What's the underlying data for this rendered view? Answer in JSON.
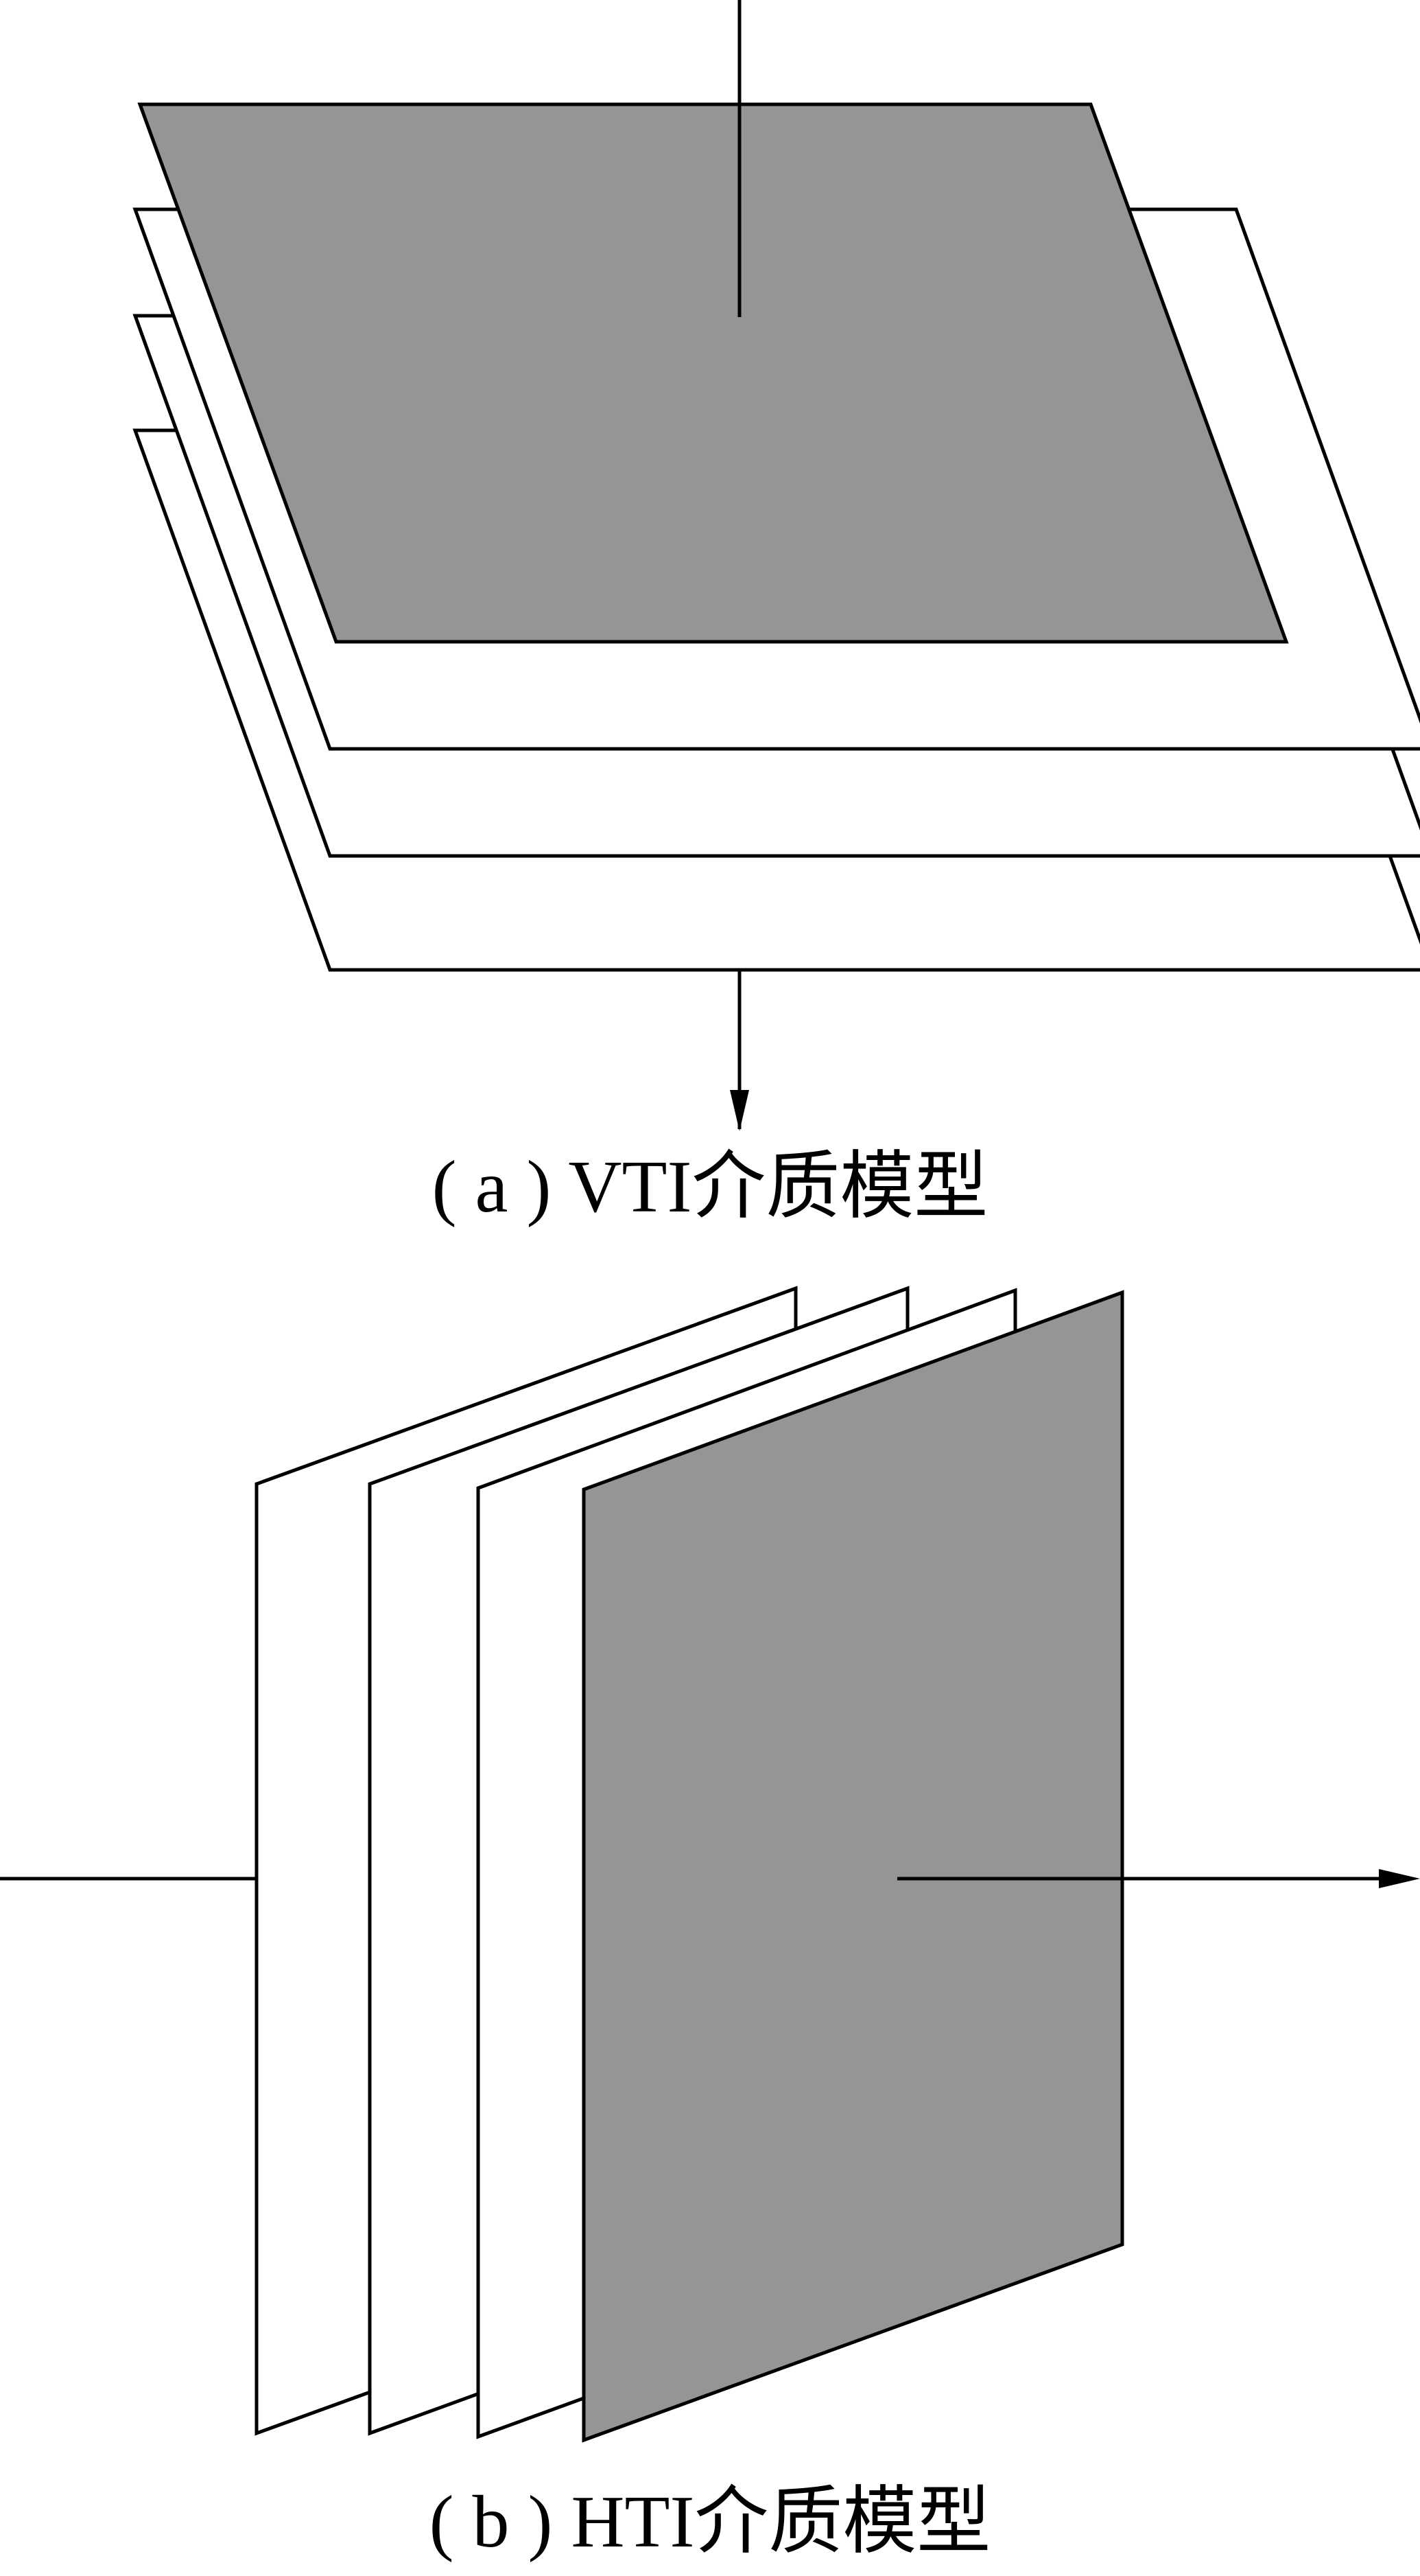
{
  "colors": {
    "plate_fill_front": "#959595",
    "plate_fill_back": "#ffffff",
    "stroke": "#000000",
    "background": "#ffffff"
  },
  "panels": [
    {
      "id": "a",
      "caption": "( a ) VTI介质模型",
      "plate_count": 4,
      "orientation": "horizontal"
    },
    {
      "id": "b",
      "caption": "( b ) HTI介质模型",
      "plate_count": 4,
      "orientation": "vertical"
    }
  ]
}
